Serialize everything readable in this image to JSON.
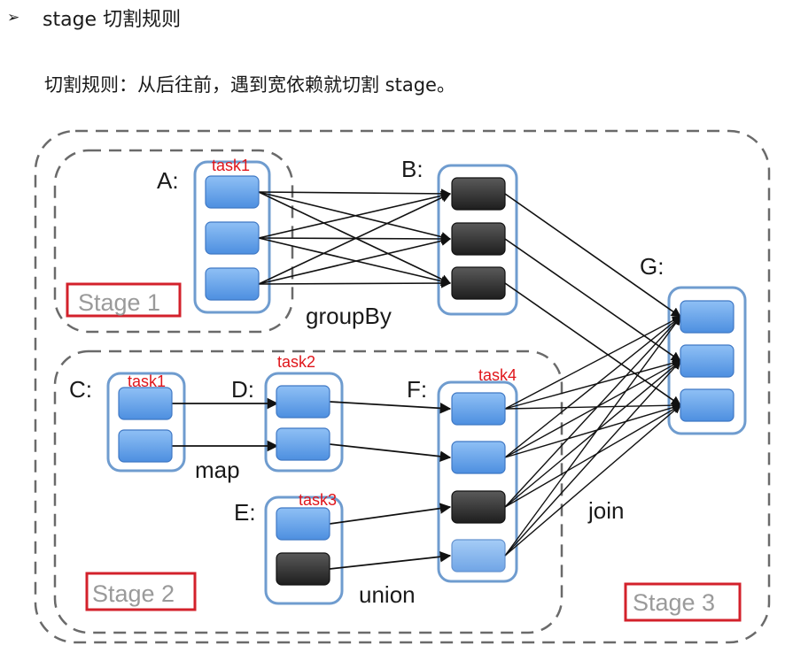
{
  "heading": {
    "bullet": "➢",
    "title": "stage 切割规则"
  },
  "rule_text": "切割规则：从后往前，遇到宽依赖就切割 stage。",
  "diagram": {
    "rdd_labels": {
      "A": "A:",
      "B": "B:",
      "C": "C:",
      "D": "D:",
      "E": "E:",
      "F": "F:",
      "G": "G:"
    },
    "task_labels": {
      "A": "task1",
      "C": "task1",
      "D": "task2",
      "E": "task3",
      "F": "task4"
    },
    "operations": {
      "groupBy": "groupBy",
      "map": "map",
      "union": "union",
      "join": "join"
    },
    "stages": {
      "s1": "Stage 1",
      "s2": "Stage 2",
      "s3": "Stage 3"
    },
    "colors": {
      "partition_blue": "#5f9ee8",
      "partition_dark": "#3a3a3a",
      "rdd_border": "#6f9ccf",
      "task_red": "#e0161b",
      "stage_box_red": "#d3212b"
    }
  }
}
